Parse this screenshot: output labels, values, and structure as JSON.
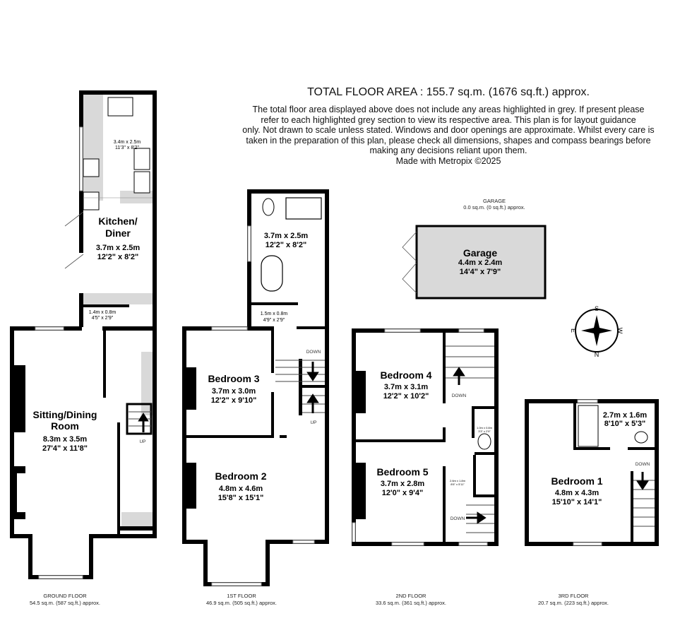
{
  "header": {
    "title": "TOTAL FLOOR AREA : 155.7 sq.m. (1676 sq.ft.) approx.",
    "disclaimer": [
      "The total floor area displayed above does not include any areas highlighted in grey. If present please",
      "refer to each highlighted grey section to view its respective area. This plan is for layout guidance",
      "only. Not drawn to scale unless stated. Windows and door openings are approximate. Whilst every care is",
      "taken in the preparation of this plan, please check all dimensions, shapes and compass bearings before",
      "making any decisions reliant upon them."
    ],
    "credit": "Made with Metropix ©2025"
  },
  "colors": {
    "walls": "#000000",
    "excluded_area": "#d9d9d9"
  },
  "compass": {
    "n": "N",
    "s": "S",
    "e": "E",
    "w": "W"
  },
  "floors": {
    "ground": {
      "caption": "GROUND FLOOR",
      "area": "54.5 sq.m. (587 sq.ft.) approx.",
      "rooms": {
        "kitchen_area": {
          "m": "3.4m  x 2.5m",
          "ft": "11'3\"  x 8'2\""
        },
        "kitchen": {
          "name1": "Kitchen/",
          "name2": "Diner",
          "m": "3.7m  x 2.5m",
          "ft": "12'2\"  x 8'2\""
        },
        "wc": {
          "m": "1.4m  x 0.8m",
          "ft": "4'5\"  x 2'9\""
        },
        "sitting": {
          "name1": "Sitting/Dining",
          "name2": "Room",
          "m": "8.3m  x 3.5m",
          "ft": "27'4\"  x 11'8\""
        }
      },
      "stairs_label": "UP"
    },
    "first": {
      "caption": "1ST FLOOR",
      "area": "46.9 sq.m. (505 sq.ft.) approx.",
      "rooms": {
        "bathroom": {
          "m": "3.7m  x 2.5m",
          "ft": "12'2\"  x 8'2\""
        },
        "wc": {
          "m": "1.5m  x 0.8m",
          "ft": "4'9\"  x 2'9\""
        },
        "bedroom3": {
          "name": "Bedroom 3",
          "m": "3.7m  x 3.0m",
          "ft": "12'2\"  x 9'10\""
        },
        "bedroom2": {
          "name": "Bedroom 2",
          "m": "4.8m  x 4.6m",
          "ft": "15'8\"  x 15'1\""
        }
      },
      "stairs_down": "DOWN",
      "stairs_up": "UP"
    },
    "garage": {
      "caption": "GARAGE",
      "area": "0.0 sq.m. (0 sq.ft.) approx.",
      "rooms": {
        "garage": {
          "name": "Garage",
          "m": "4.4m  x 2.4m",
          "ft": "14'4\"  x 7'9\""
        }
      }
    },
    "second": {
      "caption": "2ND FLOOR",
      "area": "33.6 sq.m. (361 sq.ft.) approx.",
      "rooms": {
        "bedroom4": {
          "name": "Bedroom 4",
          "m": "3.7m  x 3.1m",
          "ft": "12'2\"  x 10'2\""
        },
        "bedroom5": {
          "name": "Bedroom 5",
          "m": "3.7m  x 2.8m",
          "ft": "12'0\"  x 9'4\""
        },
        "wc": {
          "m": "1.0m  x 0.8m",
          "ft": "3'3\"  x 2'9\""
        },
        "landing": {
          "m": "2.6m  x 1.8m",
          "ft": "8'6\"  x 5'11\""
        }
      },
      "stairs_down_top": "DOWN",
      "stairs_down_bottom": "DOWN"
    },
    "third": {
      "caption": "3RD FLOOR",
      "area": "20.7 sq.m. (223 sq.ft.) approx.",
      "rooms": {
        "shower": {
          "m": "2.7m  x 1.6m",
          "ft": "8'10\"  x 5'3\""
        },
        "bedroom1": {
          "name": "Bedroom 1",
          "m": "4.8m  x 4.3m",
          "ft": "15'10\"  x 14'1\""
        }
      },
      "stairs_down": "DOWN"
    }
  }
}
